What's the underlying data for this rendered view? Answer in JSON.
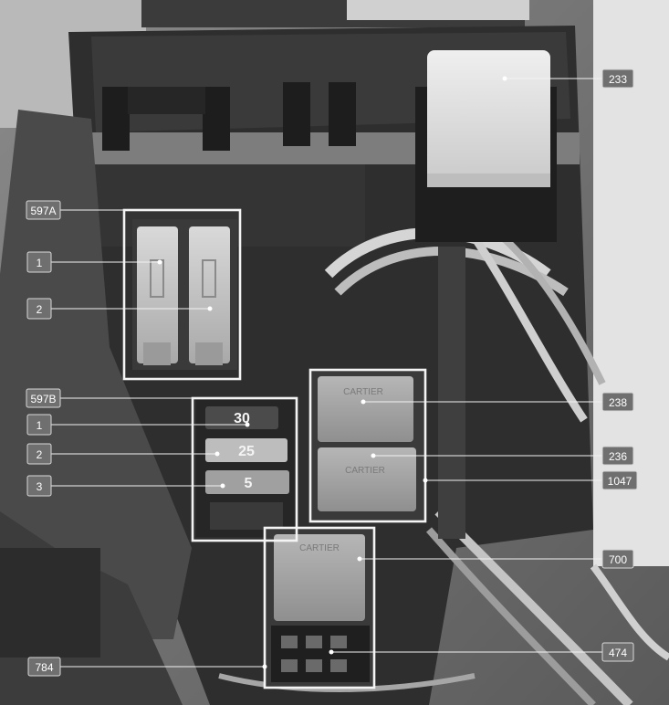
{
  "labels": {
    "l233": "233",
    "l597a": "597A",
    "l1a": "1",
    "l2a": "2",
    "l597b": "597B",
    "l1b": "1",
    "l2b": "2",
    "l3b": "3",
    "l238": "238",
    "l236": "236",
    "l1047": "1047",
    "l700": "700",
    "l784": "784",
    "l474": "474"
  },
  "fuse_markings": {
    "f30": "30",
    "f25": "25",
    "f5": "5"
  },
  "relay_markings": {
    "relay_brand": "CARTIER"
  }
}
